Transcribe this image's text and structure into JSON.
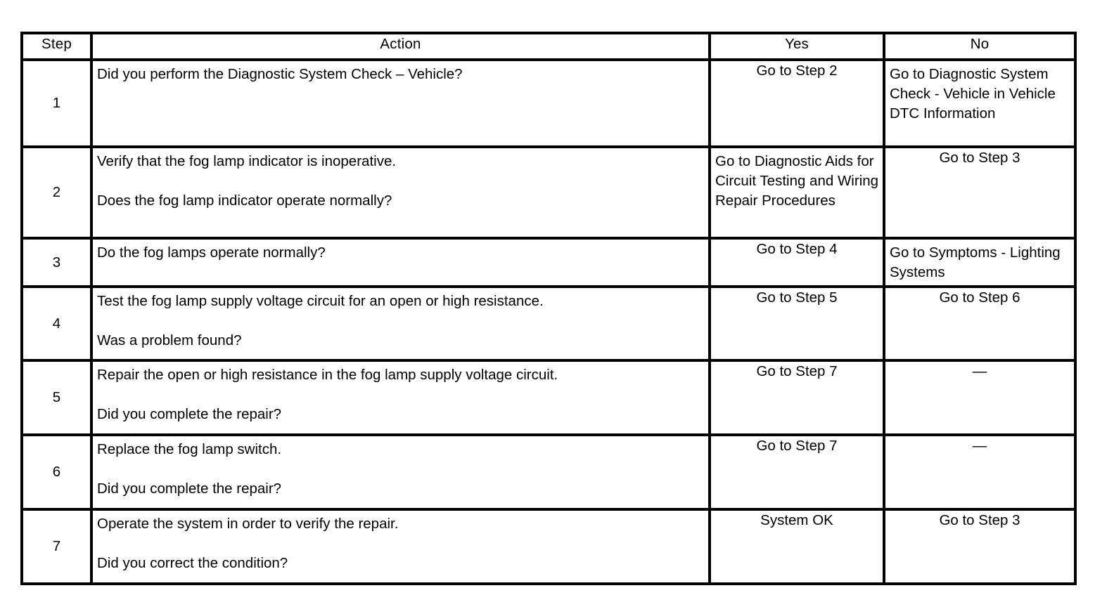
{
  "table": {
    "name": "fog-lamp-diagnostic-procedure-table",
    "columns": [
      {
        "key": "step",
        "label": "Step"
      },
      {
        "key": "action",
        "label": "Action"
      },
      {
        "key": "yes",
        "label": "Yes"
      },
      {
        "key": "no",
        "label": "No"
      }
    ],
    "rows": [
      {
        "step": "1",
        "action_lines": [
          "Did you perform the Diagnostic System Check – Vehicle?",
          ""
        ],
        "yes": "Go to Step 2",
        "yes_align": "bottom-center",
        "no": "Go to Diagnostic System Check - Vehicle in Vehicle DTC Information",
        "no_align": "top-left"
      },
      {
        "step": "2",
        "action_lines": [
          "Verify that the fog lamp indicator is inoperative.",
          "Does the fog lamp indicator operate normally?"
        ],
        "yes": "Go to Diagnostic Aids for Circuit Testing and Wiring Repair Procedures",
        "yes_align": "top-left",
        "no": "Go to Step 3",
        "no_align": "bottom-center"
      },
      {
        "step": "3",
        "action_lines": [
          "Do the fog lamps operate normally?",
          ""
        ],
        "yes": "Go to Step 4",
        "yes_align": "bottom-center",
        "no": "Go to Symptoms - Lighting Systems",
        "no_align": "top-left"
      },
      {
        "step": "4",
        "action_lines": [
          "Test the fog lamp supply voltage circuit for an open or high resistance.",
          "Was a problem found?"
        ],
        "yes": "Go to Step 5",
        "yes_align": "bottom-center",
        "no": "Go to Step 6",
        "no_align": "bottom-center"
      },
      {
        "step": "5",
        "action_lines": [
          "Repair the open or high resistance in the fog lamp supply voltage circuit.",
          "Did you complete the repair?"
        ],
        "yes": "Go to Step 7",
        "yes_align": "bottom-center",
        "no": "—",
        "no_align": "bottom-center"
      },
      {
        "step": "6",
        "action_lines": [
          "Replace the fog lamp switch.",
          "Did you complete the repair?"
        ],
        "yes": "Go to Step 7",
        "yes_align": "bottom-center",
        "no": "—",
        "no_align": "bottom-center"
      },
      {
        "step": "7",
        "action_lines": [
          "Operate the system in order to verify the repair.",
          "Did you correct the condition?"
        ],
        "yes": "System OK",
        "yes_align": "bottom-center",
        "no": "Go to Step 3",
        "no_align": "bottom-center"
      }
    ]
  },
  "colors": {
    "border": "#000000",
    "text": "#000000",
    "background": "#ffffff"
  }
}
